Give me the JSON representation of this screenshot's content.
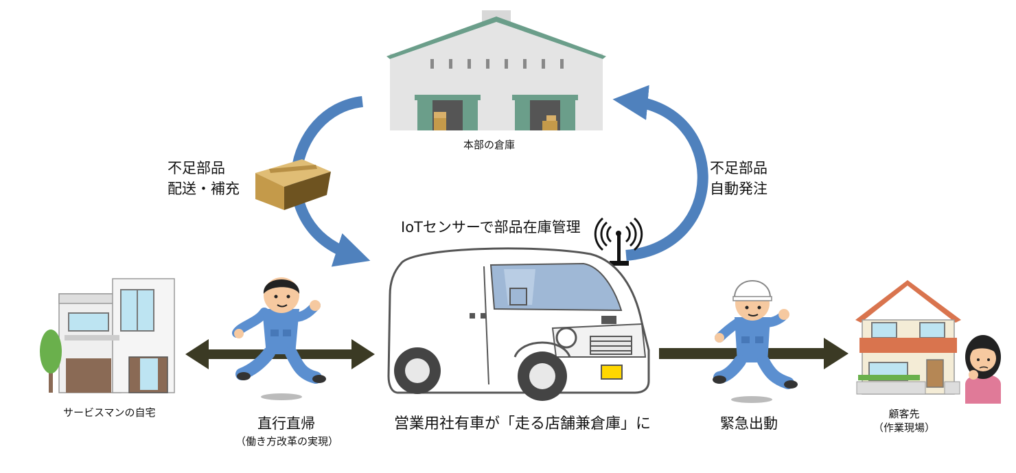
{
  "warehouse": {
    "label": "本部の倉庫"
  },
  "left_cycle": {
    "line1": "不足部品",
    "line2": "配送・補充"
  },
  "right_cycle": {
    "line1": "不足部品",
    "line2": "自動発注"
  },
  "sensor": {
    "label": "IoTセンサーで部品在庫管理"
  },
  "home": {
    "label": "サービスマンの自宅"
  },
  "direct_commute": {
    "line1": "直行直帰",
    "line2": "（働き方改革の実現）"
  },
  "van": {
    "label": "営業用社有車が「走る店舗兼倉庫」に"
  },
  "emergency": {
    "label": "緊急出動"
  },
  "customer": {
    "line1": "顧客先",
    "line2": "（作業現場）"
  },
  "colors": {
    "arrow_blue": "#4f81bd",
    "arrow_dark": "#3b3a24",
    "roof_green": "#6b9e8a",
    "box_brown": "#c49a4a",
    "uniform_blue": "#5b8fd0"
  },
  "icons": [
    "warehouse-icon",
    "box-icon",
    "antenna-icon",
    "van-icon",
    "worker-icon",
    "helmet-worker-icon",
    "house-icon",
    "customer-house-icon",
    "customer-woman-icon",
    "tree-icon"
  ]
}
